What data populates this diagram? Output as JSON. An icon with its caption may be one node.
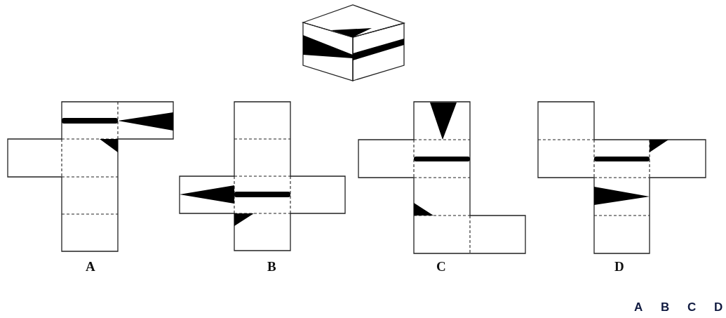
{
  "diagram": {
    "labels": [
      "A",
      "B",
      "C",
      "D",
      "A",
      "B",
      "C",
      "D"
    ]
  }
}
